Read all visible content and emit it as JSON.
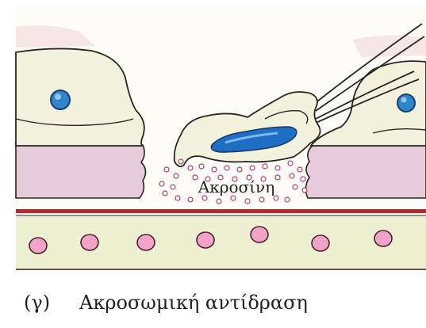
{
  "diagram": {
    "label_acrosin": "Ακροσίνη",
    "caption_marker": "(γ)",
    "caption_text": "Ακροσωμική αντίδραση"
  },
  "colors": {
    "outline": "#2b2424",
    "cell_fill": "#f3f2dc",
    "pink_fill": "#e7c9d6",
    "band_fill": "#eef0d2",
    "red_line": "#b12a2e",
    "granule": "#c92f86",
    "nucleus": "#2f84cf",
    "sperm_nucleus": "#1e6fc4"
  }
}
